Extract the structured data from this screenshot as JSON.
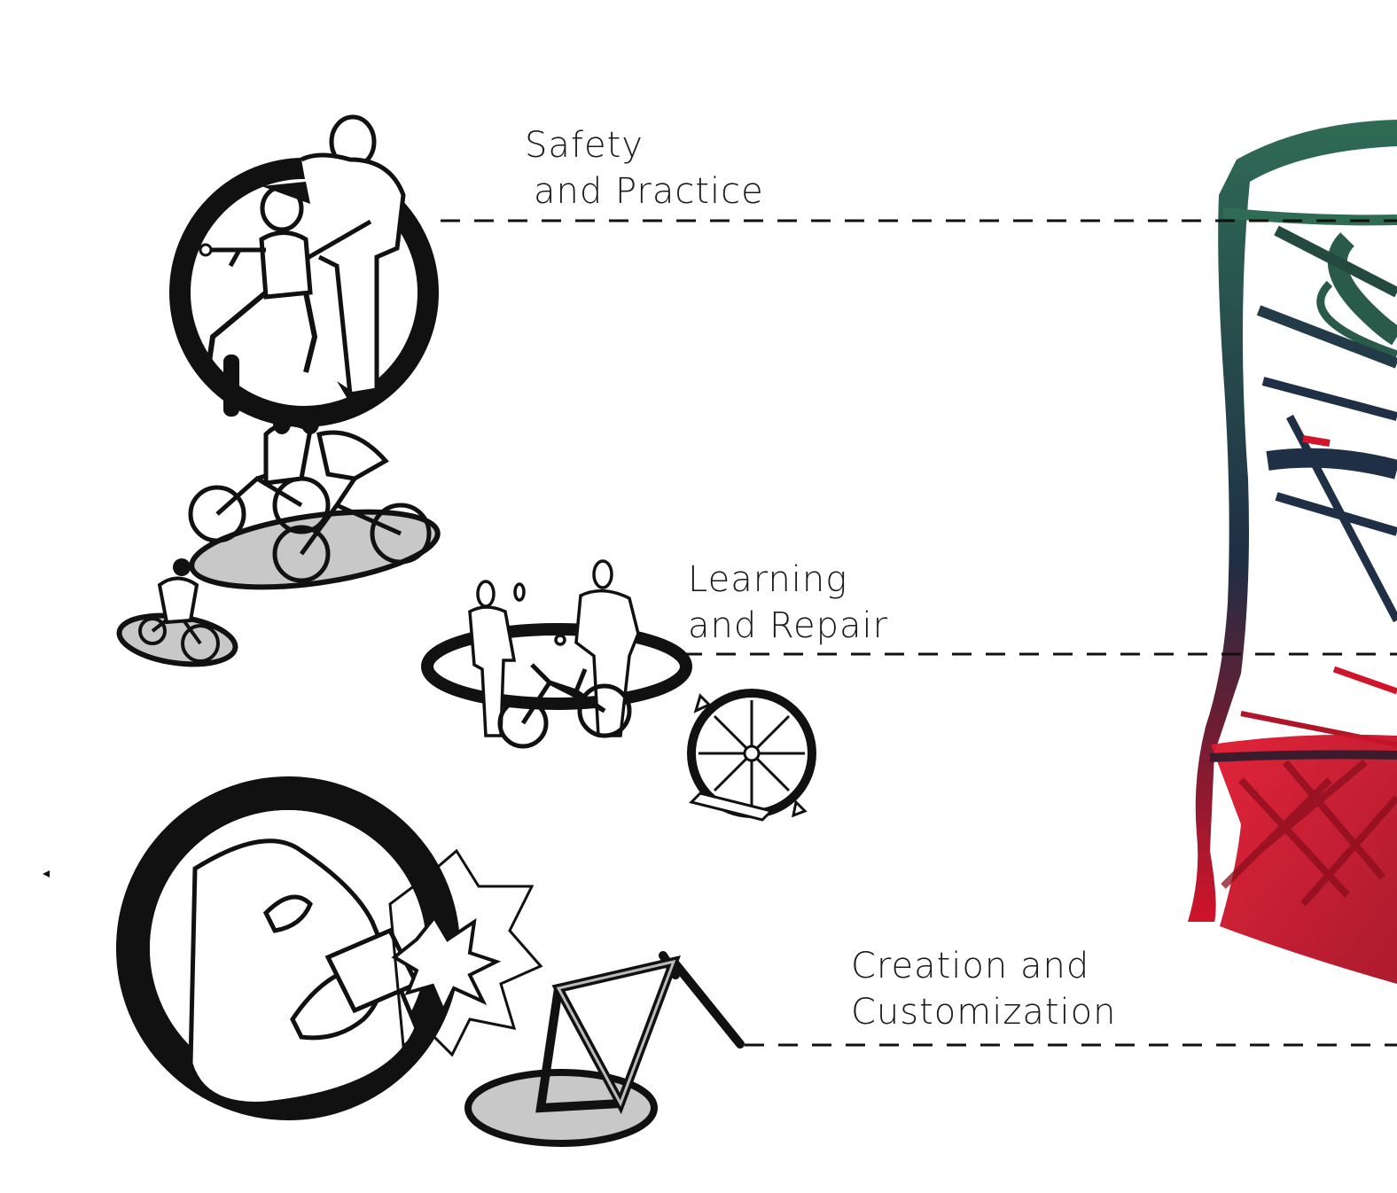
{
  "categories": [
    {
      "id": "safety",
      "line1": "Safety",
      "line2": "and Practice"
    },
    {
      "id": "learning",
      "line1": "Learning",
      "line2": "and Repair"
    },
    {
      "id": "creation",
      "line1": "Creation and",
      "line2": "Customization"
    }
  ],
  "colors": {
    "ink": "#111111",
    "sculpture_green": "#2f6b55",
    "sculpture_dark": "#1f2f45",
    "sculpture_red": "#d0142a",
    "shadow_gray": "#c8c8c8"
  },
  "icons": [
    "parent-child-tricycle-icon",
    "kids-bicycles-icon",
    "toddler-bike-icon",
    "people-repairing-bike-icon",
    "wheel-wrench-icon",
    "hand-hammer-icon",
    "bike-frame-icon",
    "sculpture-tower-icon"
  ]
}
